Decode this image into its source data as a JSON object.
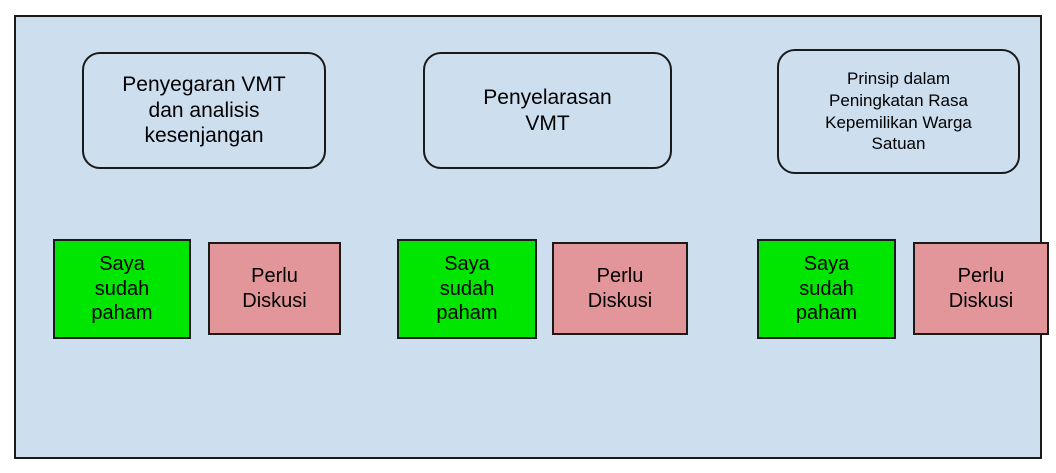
{
  "panel": {
    "background_color": "#cddeef",
    "border_color": "#1a1a1a"
  },
  "colors": {
    "panel_background": "#cddeef",
    "understood_button": "#00e600",
    "discussion_button": "#e39699",
    "outline": "#1a1a1a",
    "text": "#000000",
    "page_background": "#ffffff"
  },
  "groups": [
    {
      "topic": "Penyegaran VMT\ndan analisis\nkesenjangan",
      "understood_label": "Saya\nsudah\npaham",
      "discussion_label": "Perlu\nDiskusi"
    },
    {
      "topic": "Penyelarasan\nVMT",
      "understood_label": "Saya\nsudah\npaham",
      "discussion_label": "Perlu\nDiskusi"
    },
    {
      "topic": "Prinsip dalam\nPeningkatan Rasa\nKepemilikan Warga\nSatuan",
      "understood_label": "Saya\nsudah\npaham",
      "discussion_label": "Perlu\nDiskusi"
    }
  ]
}
